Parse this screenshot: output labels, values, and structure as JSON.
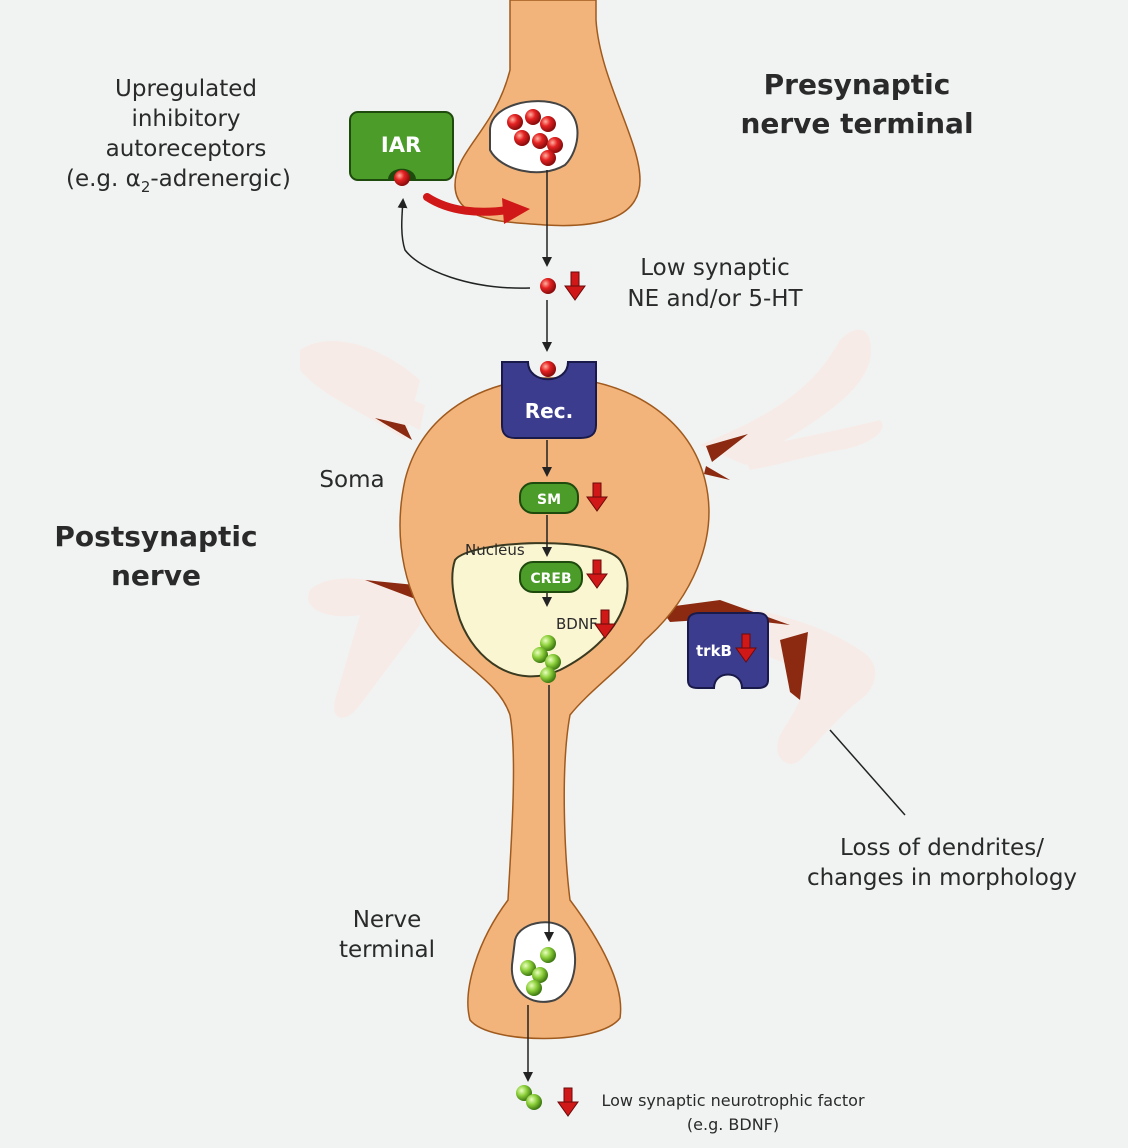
{
  "labels": {
    "iar_caption": [
      "Upregulated",
      "inhibitory",
      "autoreceptors",
      "(e.g. α",
      "2",
      "-adrenergic)"
    ],
    "presynaptic": [
      "Presynaptic",
      "nerve terminal"
    ],
    "low_synaptic": [
      "Low synaptic",
      "NE and/or 5-HT"
    ],
    "soma": "Soma",
    "postsynaptic": [
      "Postsynaptic",
      "nerve"
    ],
    "nucleus": "Nucleus",
    "bdnf": "BDNF",
    "loss": [
      "Loss of dendrites/",
      "changes in morphology"
    ],
    "nerve_terminal": [
      "Nerve",
      "terminal"
    ],
    "low_neurotrophic": [
      "Low synaptic neurotrophic factor",
      "(e.g. BDNF)"
    ]
  },
  "boxes": {
    "iar": "IAR",
    "rec": "Rec.",
    "sm": "SM",
    "creb": "CREB",
    "trkb": "trkB"
  },
  "colors": {
    "neuron": "#f2b47a",
    "neuron_outline": "#a05a1e",
    "spike": "#8b2a10",
    "ghost_dendrite": "#f5e8e4",
    "nucleus": "#fbf6d2",
    "green_box": "#4b9c28",
    "blue_box": "#3c3c8e",
    "red_arrow": "#d01818",
    "ne_ball": "#e02020",
    "bdnf_ball": "#8ccf3a"
  }
}
